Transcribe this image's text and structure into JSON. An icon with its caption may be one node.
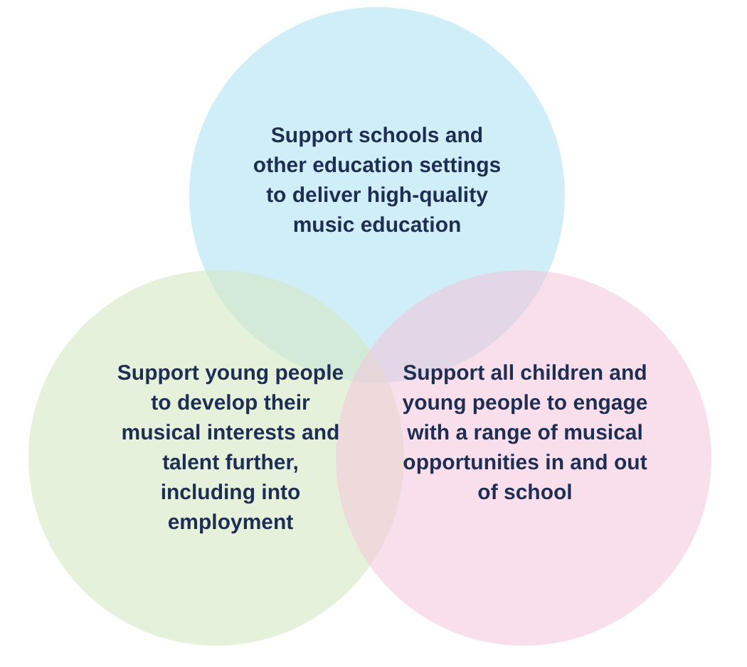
{
  "diagram": {
    "nodes": [
      {
        "text": [
          "Support schools and other education settings to deliver high-quality music education"
        ]
      },
      {
        "text": [
          "Support young people to develop their musical interests and talent further, including into employment"
        ]
      },
      {
        "text": [
          "Support all children and young people to engage with a range of musical opportunities in and out of school"
        ]
      }
    ]
  }
}
